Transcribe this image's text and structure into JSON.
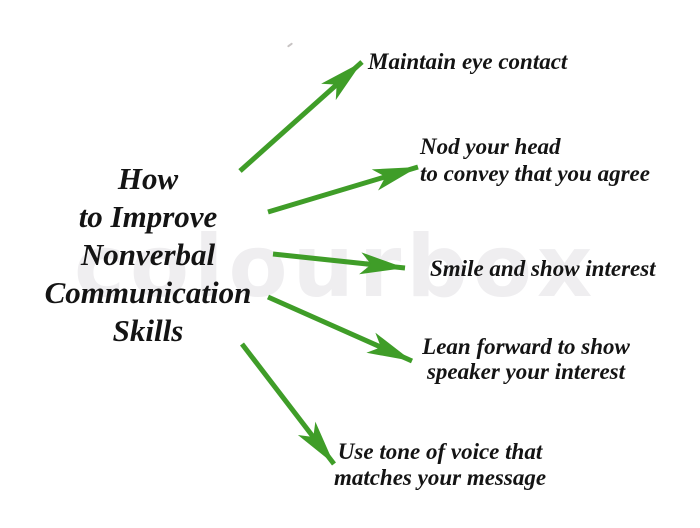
{
  "colors": {
    "arrow-green": "#3f9d28",
    "watermark-gray": "#efeef0",
    "text-black": "#141414"
  },
  "watermark": {
    "text": "colourbox"
  },
  "diagram": {
    "title": {
      "lines": [
        "How",
        "to Improve",
        "Nonverbal",
        "Communication",
        "Skills"
      ]
    },
    "tips": [
      {
        "lines": [
          "Maintain eye contact",
          ""
        ]
      },
      {
        "lines": [
          "Nod your head",
          "to convey that you agree"
        ]
      },
      {
        "lines": [
          "Smile and show interest",
          ""
        ]
      },
      {
        "lines": [
          "Lean forward to show",
          "speaker your interest"
        ]
      },
      {
        "lines": [
          "Use tone of voice that",
          "matches your message"
        ]
      }
    ]
  }
}
